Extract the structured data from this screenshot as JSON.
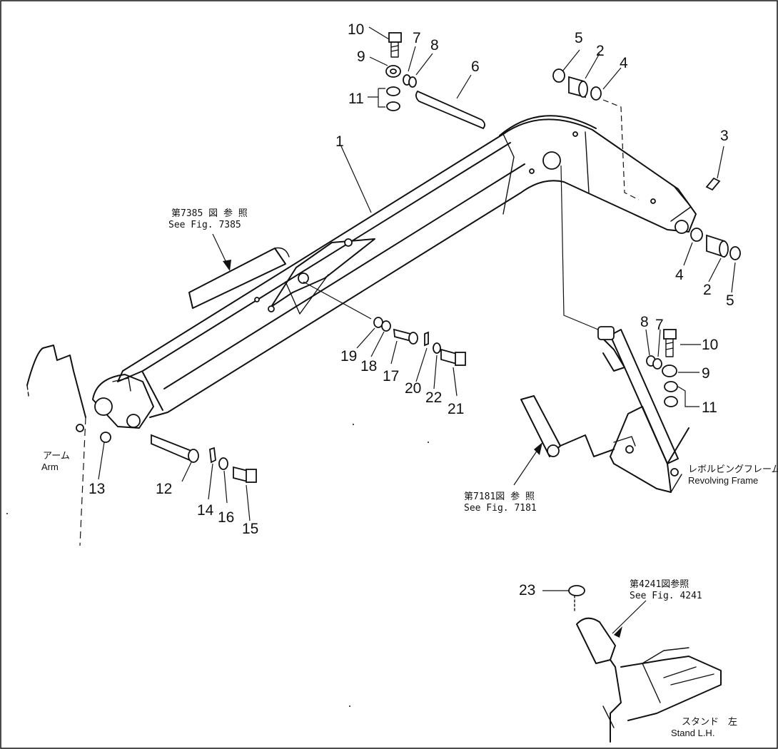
{
  "callouts": [
    "1",
    "2",
    "2",
    "3",
    "4",
    "4",
    "5",
    "5",
    "6",
    "7",
    "7",
    "8",
    "8",
    "9",
    "9",
    "10",
    "10",
    "11",
    "11",
    "12",
    "13",
    "14",
    "15",
    "16",
    "17",
    "18",
    "19",
    "20",
    "21",
    "22",
    "23"
  ],
  "references": {
    "fig7385_jp": "第7385 図 参 照",
    "fig7385_en": "See Fig. 7385",
    "fig7181_jp": "第7181図 参 照",
    "fig7181_en": "See Fig. 7181",
    "fig4241_jp": "第4241図参照",
    "fig4241_en": "See Fig. 4241"
  },
  "labels": {
    "arm_jp": "アーム",
    "arm_en": "Arm",
    "frame_jp": "レボルビングフレーム",
    "frame_en": "Revolving Frame",
    "stand_jp": "スタンド　左",
    "stand_en": "Stand L.H."
  }
}
